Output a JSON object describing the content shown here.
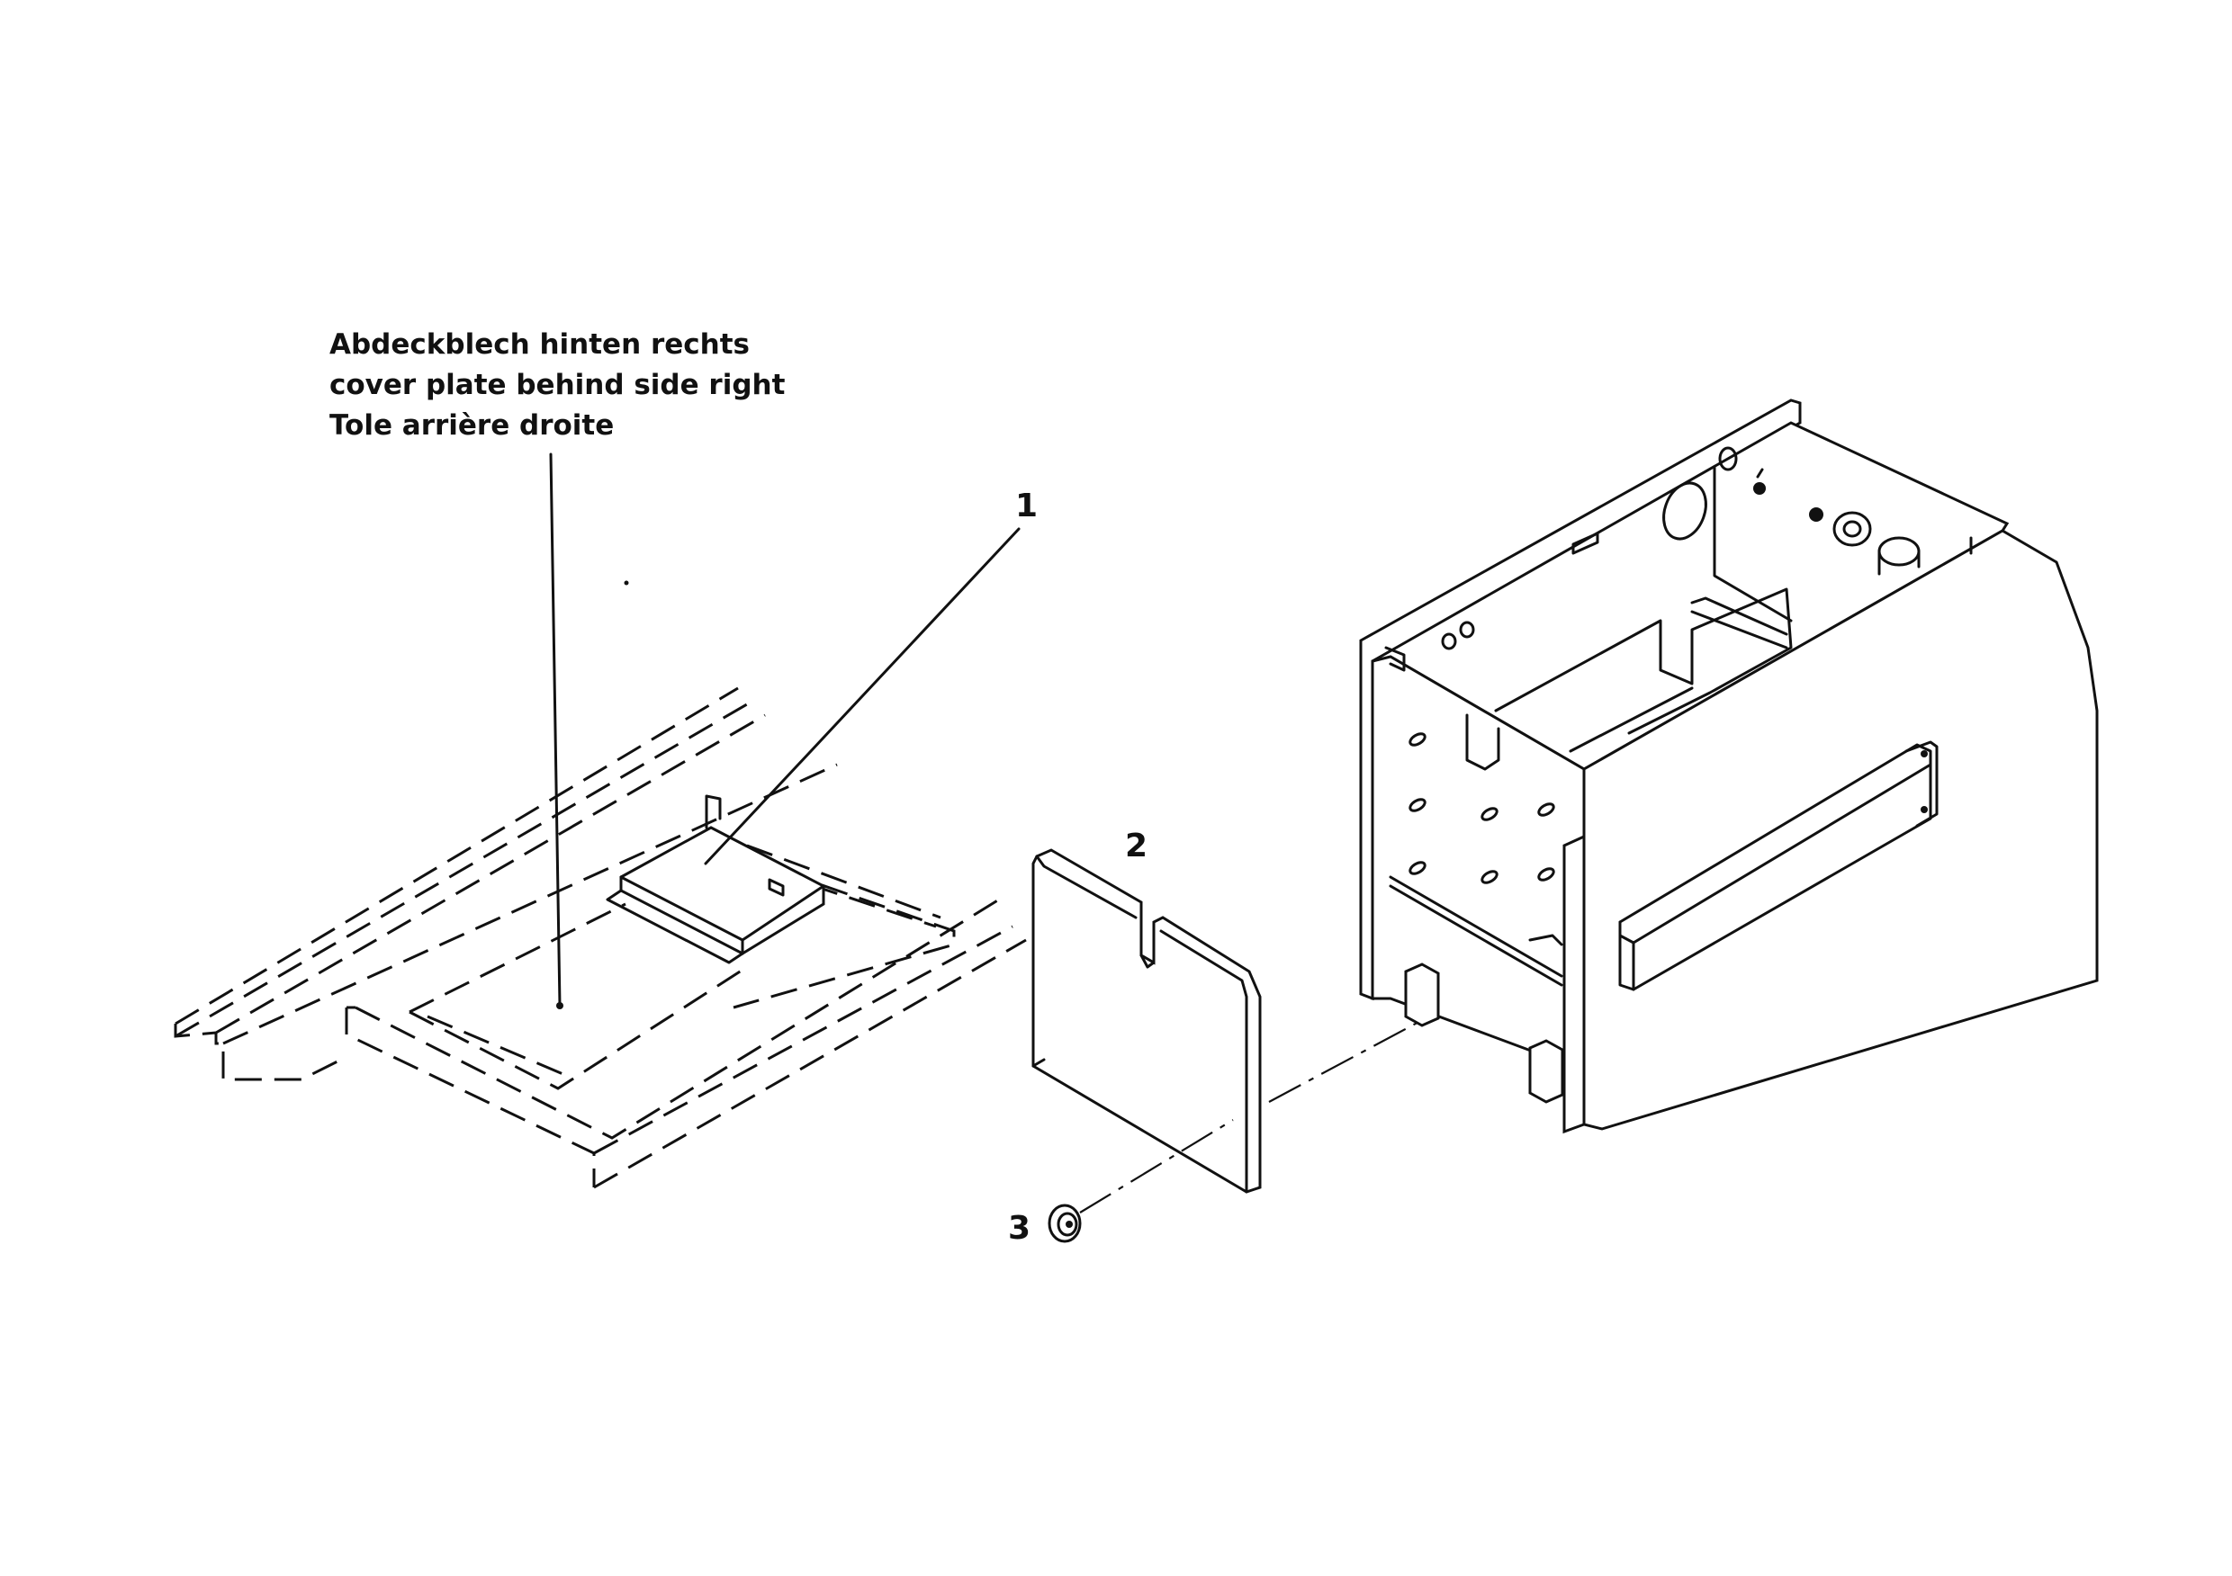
{
  "caption": {
    "line1": "Abdeckblech hinten rechts",
    "line2": "cover plate behind side right",
    "line3": "Tole arrière droite"
  },
  "callouts": {
    "item1": "1",
    "item2": "2",
    "item3": "3"
  },
  "colors": {
    "ink": "#111111",
    "paper": "#ffffff"
  }
}
